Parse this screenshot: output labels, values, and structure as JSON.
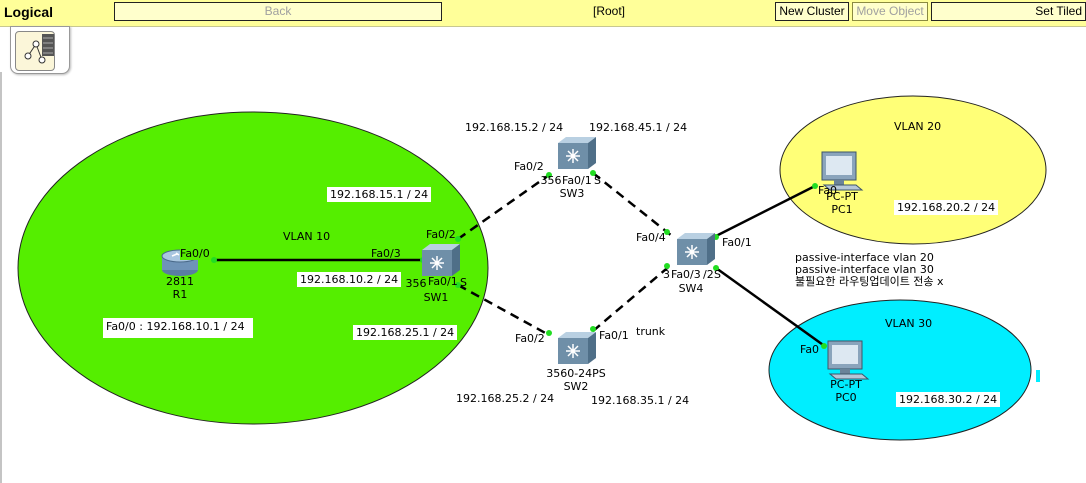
{
  "toolbar": {
    "title": "Logical",
    "back": "Back",
    "root": "[Root]",
    "new_cluster": "New Cluster",
    "move_object": "Move Object",
    "set_tiled": "Set Tiled"
  },
  "colors": {
    "toolbar_bg": "#ffff99",
    "vlan10_area": "#55ee00",
    "vlan20_area": "#ffff77",
    "vlan30_area": "#00eeff",
    "link_up": "#22dd22"
  },
  "areas": {
    "vlan10": "VLAN 10",
    "vlan20": "VLAN 20",
    "vlan30": "VLAN 30"
  },
  "devices": {
    "r1": {
      "model": "2811",
      "name": "R1",
      "icon": "router-icon"
    },
    "sw1": {
      "model": "356",
      "name": "SW1",
      "icon": "multilayer-switch-icon"
    },
    "sw2": {
      "model": "3560-24PS",
      "name": "SW2",
      "icon": "multilayer-switch-icon"
    },
    "sw3": {
      "model": "356",
      "name": "SW3",
      "icon": "multilayer-switch-icon"
    },
    "sw4": {
      "model": "S",
      "name": "SW4",
      "icon": "multilayer-switch-icon"
    },
    "pc1": {
      "model": "PC-PT",
      "name": "PC1",
      "icon": "pc-icon"
    },
    "pc0": {
      "model": "PC-PT",
      "name": "PC0",
      "icon": "pc-icon"
    }
  },
  "ports": {
    "r1_fa00": "Fa0/0",
    "sw1_fa03": "Fa0/3",
    "sw1_fa02": "Fa0/2",
    "sw1_fa01": "Fa0/1",
    "sw1_s": "S",
    "sw3_fa02": "Fa0/2",
    "sw3_fa01": "Fa0/1",
    "sw3_s": "S",
    "sw2_fa02": "Fa0/2",
    "sw2_fa01": "Fa0/1",
    "sw4_fa04": "Fa0/4",
    "sw4_fa01": "Fa0/1",
    "sw4_fa03": "Fa0/3",
    "sw4_fa02": "/2",
    "sw4_3": "3",
    "pc1_fa0": "Fa0",
    "pc0_fa0": "Fa0"
  },
  "addresses": {
    "sw3_left": "192.168.15.2 / 24",
    "sw3_right": "192.168.45.1 / 24",
    "sw1_up": "192.168.15.1 / 24",
    "sw1_r1": "192.168.10.2 / 24",
    "sw1_down": "192.168.25.1 / 24",
    "r1_fa00": "Fa0/0 : 192.168.10.1 / 24",
    "sw2_left": "192.168.25.2 / 24",
    "sw2_right": "192.168.35.1 / 24",
    "pc1": "192.168.20.2 / 24",
    "pc0": "192.168.30.2 / 24"
  },
  "labels": {
    "trunk": "trunk"
  },
  "notes": [
    "passive-interface vlan 20",
    "passive-interface vlan 30",
    "불필요한 라우팅업데이트 전송 x"
  ]
}
